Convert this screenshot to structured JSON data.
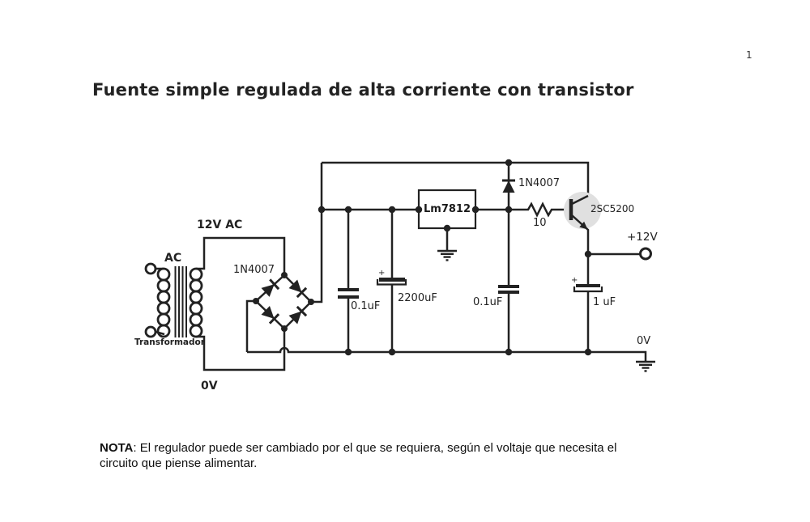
{
  "page": {
    "number": "1",
    "title": "Fuente simple regulada de alta corriente con transistor"
  },
  "note": {
    "bold": "NOTA",
    "line1_rest": ": El regulador puede ser cambiado por el que se requiera, según el voltaje que necesita el",
    "line2": "circuito que piense alimentar."
  },
  "schematic": {
    "labels": {
      "ac_input": "AC",
      "transformer": "Transformador",
      "secondary_voltage": "12V AC",
      "secondary_zero": "0V",
      "bridge_diodes": "1N4007",
      "cap_input_ceramic": "0.1uF",
      "cap_bulk": "2200uF",
      "cap_bulk_plus": "+",
      "regulator": "Lm7812",
      "protection_diode": "1N4007",
      "base_resistor": "10",
      "cap_output_ceramic": "0.1uF",
      "transistor": "2SC5200",
      "cap_output": "1 uF",
      "cap_output_plus": "+",
      "output_positive": "+12V",
      "output_zero": "0V"
    },
    "colors": {
      "line": "#222222",
      "transistor_halo": "#e0e0e0"
    }
  }
}
